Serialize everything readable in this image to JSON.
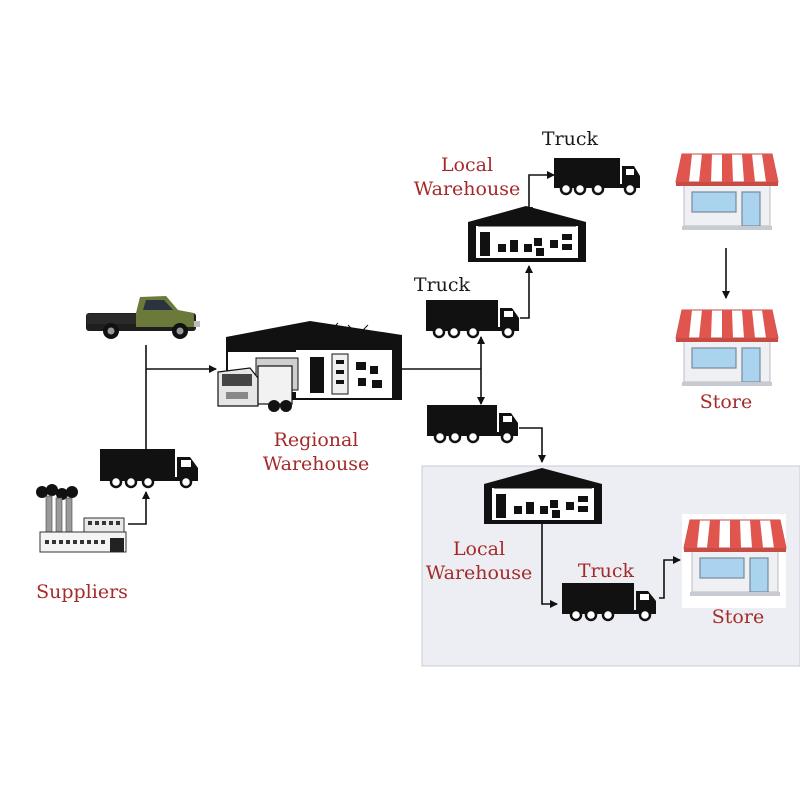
{
  "colors": {
    "label_red": "#a52a2a",
    "label_dark": "#1a1a1a",
    "panel": "#eceef3",
    "pickup": "#6b7a3a",
    "awning_red": "#e0554e",
    "store_wall": "#eef0f3",
    "window_blue": "#a9d3ee"
  },
  "labels": {
    "truck_top": "Truck",
    "local_warehouse_top": [
      "Local",
      "Warehouse"
    ],
    "truck_mid": "Truck",
    "regional_warehouse": [
      "Regional",
      "Warehouse"
    ],
    "suppliers": "Suppliers",
    "store_right": "Store",
    "local_warehouse_bottom": [
      "Local",
      "Warehouse"
    ],
    "truck_bottom": "Truck",
    "store_bottom": "Store"
  },
  "icons": [
    "pickup-truck-icon",
    "factory-icon",
    "delivery-truck-icon",
    "warehouse-icon",
    "store-icon"
  ]
}
